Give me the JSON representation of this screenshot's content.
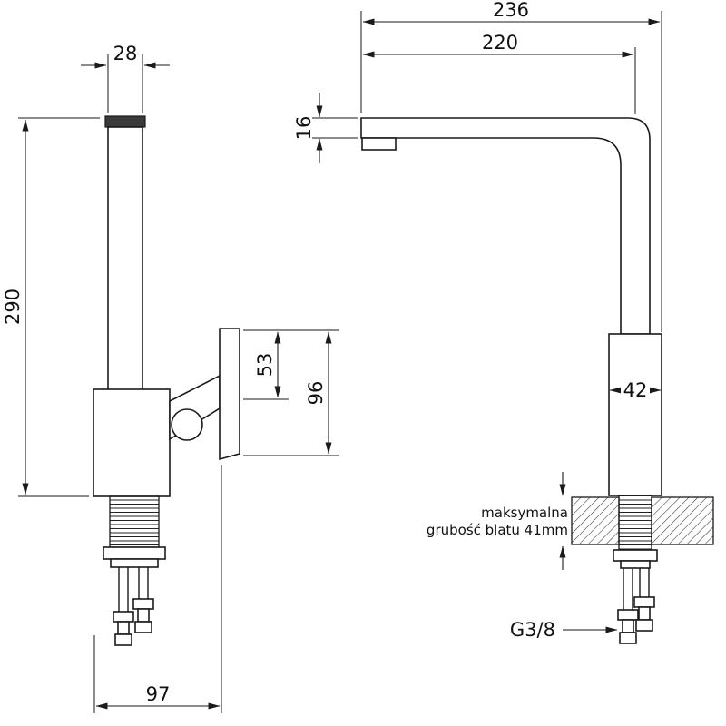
{
  "drawing": {
    "kind": "faucet-dimension-diagram",
    "side_view": {
      "spout_arm_width": "28",
      "total_height": "290",
      "handle_dim_a": "53",
      "handle_dim_b": "96",
      "base_depth": "97"
    },
    "front_view": {
      "total_reach": "236",
      "spout_reach": "220",
      "spout_height": "16",
      "body_width": "42",
      "counter_note_line1": "maksymalna",
      "counter_note_line2": "grubość blatu 41mm",
      "thread_size": "G3/8"
    }
  }
}
